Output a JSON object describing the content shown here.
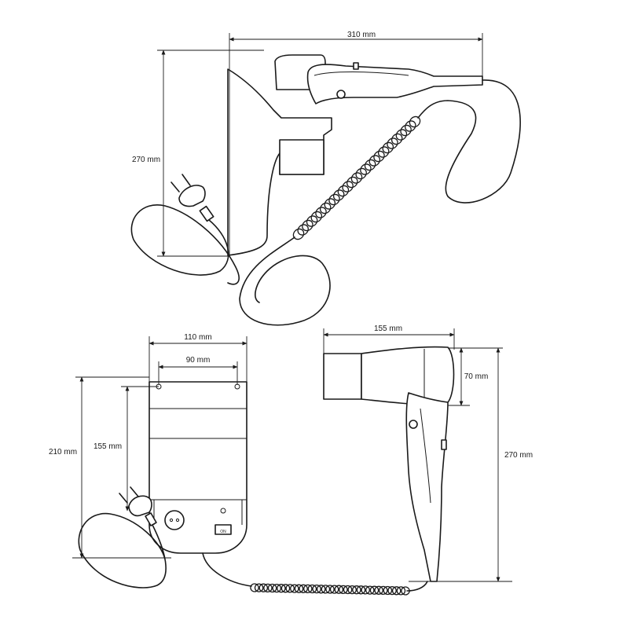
{
  "dimensions": {
    "top_width": "310 mm",
    "top_height": "270 mm",
    "base_outer_width": "110 mm",
    "base_inner_width": "90 mm",
    "base_height": "210 mm",
    "base_inner_height": "155 mm",
    "dryer_width": "155 mm",
    "dryer_nozzle_height": "70 mm",
    "dryer_height": "270 mm"
  },
  "switch_label": "ON"
}
